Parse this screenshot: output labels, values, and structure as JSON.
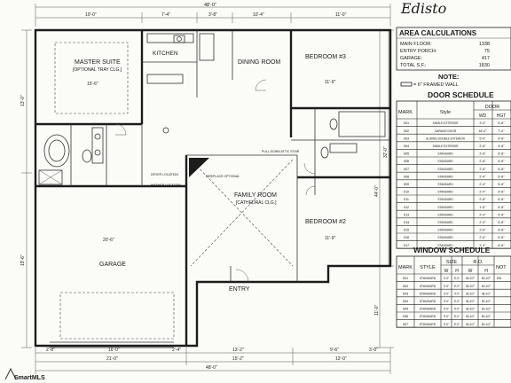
{
  "title_handwritten": "Edisto",
  "top_dims": [
    "48'-0\"",
    "10'-0\"",
    "7'-4\"",
    "3'-8\"",
    "10'-4\"",
    "11'-0\""
  ],
  "bottom_dims": [
    "2'-8\"",
    "16'-0\"",
    "2'-4\"",
    "13'-2\"",
    "9'-6\"",
    "3'-0\"",
    "21'-0\"",
    "15'-2\"",
    "12'-0\"",
    "48'-0\""
  ],
  "left_dims": [
    "13'-0\"",
    "19'-6\""
  ],
  "right_dims": [
    "32'-0\"",
    "44'-0\"",
    "11'-0\""
  ],
  "rooms": {
    "master": "MASTER SUITE",
    "master_sub": "[OPTIONAL TRAY CLG.]",
    "master_dim": "15'-6\"",
    "kitchen": "KITCHEN",
    "dining": "DINING ROOM",
    "bedroom3": "BEDROOM #3",
    "bedroom3_dim": "11'-9\"",
    "family": "FAMILY ROOM",
    "family_sub": "[CATHEDRAL CLG.]",
    "bedroom2": "BEDROOM #2",
    "bedroom2_dim": "11'-9\"",
    "garage": "GARAGE",
    "garage_dim": "20'-6\"",
    "entry": "ENTRY",
    "fireplace": "FIREPLACE OPTIONAL",
    "attic": "PULL DOWN ATTIC STAIR",
    "dryer": "DRYER LOCATION",
    "washer": "WASHER LOCATION"
  },
  "area": {
    "heading": "AREA CALCULATIONS",
    "rows": [
      {
        "label": "MAIN FLOOR:",
        "value": "1338"
      },
      {
        "label": "ENTRY PORCH:",
        "value": "75"
      },
      {
        "label": "GARAGE:",
        "value": "417"
      },
      {
        "label": "TOTAL S.F.:",
        "value": "1830"
      }
    ]
  },
  "note": {
    "heading": "NOTE:",
    "text": "= 6\" FRAMED WALL"
  },
  "door_schedule": {
    "heading": "DOOR SCHEDULE",
    "col_mark": "MARK",
    "col_style": "Style",
    "col_door": "DOOR",
    "col_wd": "WD",
    "col_hgt": "HGT",
    "rows": [
      [
        "001",
        "SINGLE EXTERIOR",
        "3'-0\"",
        "6'-8\""
      ],
      [
        "002",
        "GARAGE DOOR",
        "16'-0\"",
        "7'-0\""
      ],
      [
        "003",
        "SLIDING DOUBLE EXTERIOR",
        "5'-0\"",
        "6'-8\""
      ],
      [
        "004",
        "SINGLE EXTERIOR",
        "2'-8\"",
        "6'-8\""
      ],
      [
        "005",
        "STANDARD",
        "2'-6\"",
        "6'-8\""
      ],
      [
        "006",
        "STANDARD",
        "2'-6\"",
        "6'-8\""
      ],
      [
        "007",
        "STANDARD",
        "2'-6\"",
        "6'-8\""
      ],
      [
        "008",
        "STANDARD",
        "2'-4\"",
        "6'-8\""
      ],
      [
        "009",
        "STANDARD",
        "2'-4\"",
        "6'-8\""
      ],
      [
        "010",
        "STANDARD",
        "2'-4\"",
        "6'-8\""
      ],
      [
        "011",
        "STANDARD",
        "2'-8\"",
        "6'-8\""
      ],
      [
        "012",
        "STANDARD",
        "1'-6\"",
        "6'-8\""
      ],
      [
        "013",
        "STANDARD",
        "2'-4\"",
        "6'-8\""
      ],
      [
        "014",
        "STANDARD",
        "2'-0\"",
        "6'-8\""
      ],
      [
        "015",
        "STANDARD",
        "2'-6\"",
        "6'-8\""
      ],
      [
        "016",
        "STANDARD",
        "2'-6\"",
        "6'-8\""
      ],
      [
        "017",
        "STANDARD",
        "2'-4\"",
        "6'-8\""
      ]
    ]
  },
  "window_schedule": {
    "heading": "WINDOW SCHEDULE",
    "col_mark": "MARK",
    "col_style": "STYLE",
    "col_size": "SIZE",
    "col_ro": "R.O.",
    "col_w": "W",
    "col_h": "H",
    "col_note": "NOT",
    "rows": [
      [
        "001",
        "STANDARD",
        "3'-0\"",
        "5'-0\"",
        "36-1/2\"",
        "60-1/2\"",
        "Dbl"
      ],
      [
        "002",
        "STANDARD",
        "3'-0\"",
        "5'-0\"",
        "36-1/2\"",
        "60-1/2\"",
        ""
      ],
      [
        "003",
        "STANDARD",
        "3'-0\"",
        "4'-0\"",
        "36-1/2\"",
        "48-1/2\"",
        ""
      ],
      [
        "004",
        "STANDARD",
        "3'-0\"",
        "5'-0\"",
        "36-1/2\"",
        "60-1/2\"",
        ""
      ],
      [
        "005",
        "STANDARD",
        "3'-0\"",
        "5'-0\"",
        "36-1/2\"",
        "60-1/2\"",
        ""
      ],
      [
        "006",
        "STANDARD",
        "3'-0\"",
        "5'-0\"",
        "36-1/2\"",
        "60-1/2\"",
        ""
      ],
      [
        "007",
        "STANDARD",
        "3'-0\"",
        "5'-0\"",
        "36-1/2\"",
        "60-1/2\"",
        ""
      ]
    ]
  },
  "watermark": "SmartMLS"
}
